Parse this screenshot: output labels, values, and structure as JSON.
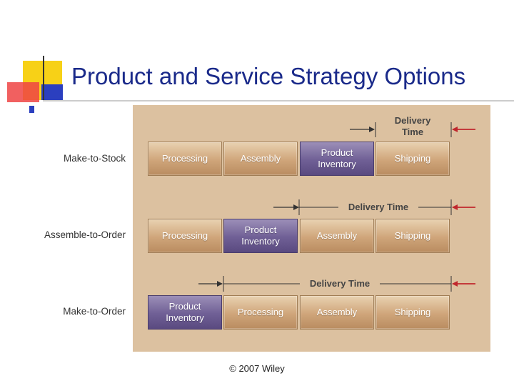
{
  "title": "Product and Service Strategy Options",
  "footer": {
    "copyright": "© 2007 Wiley"
  },
  "colors": {
    "title": "#1a2a8a",
    "panel": "#dcc1a0",
    "step": "#cfa57a",
    "inventory": "#6f5f95",
    "arrow": "#c0272d"
  },
  "rows": [
    {
      "label": "Make-to-Stock",
      "steps": [
        {
          "text": "Processing",
          "kind": "step"
        },
        {
          "text": "Assembly",
          "kind": "step"
        },
        {
          "text": "Product Inventory",
          "kind": "inventory"
        },
        {
          "text": "Shipping",
          "kind": "step"
        }
      ],
      "delivery_time": "Delivery Time",
      "delivery_span": "Shipping"
    },
    {
      "label": "Assemble-to-Order",
      "steps": [
        {
          "text": "Processing",
          "kind": "step"
        },
        {
          "text": "Product Inventory",
          "kind": "inventory"
        },
        {
          "text": "Assembly",
          "kind": "step"
        },
        {
          "text": "Shipping",
          "kind": "step"
        }
      ],
      "delivery_time": "Delivery Time",
      "delivery_span": "Assembly, Shipping"
    },
    {
      "label": "Make-to-Order",
      "steps": [
        {
          "text": "Product Inventory",
          "kind": "inventory"
        },
        {
          "text": "Processing",
          "kind": "step"
        },
        {
          "text": "Assembly",
          "kind": "step"
        },
        {
          "text": "Shipping",
          "kind": "step"
        }
      ],
      "delivery_time": "Delivery Time",
      "delivery_span": "Processing, Assembly, Shipping"
    }
  ]
}
